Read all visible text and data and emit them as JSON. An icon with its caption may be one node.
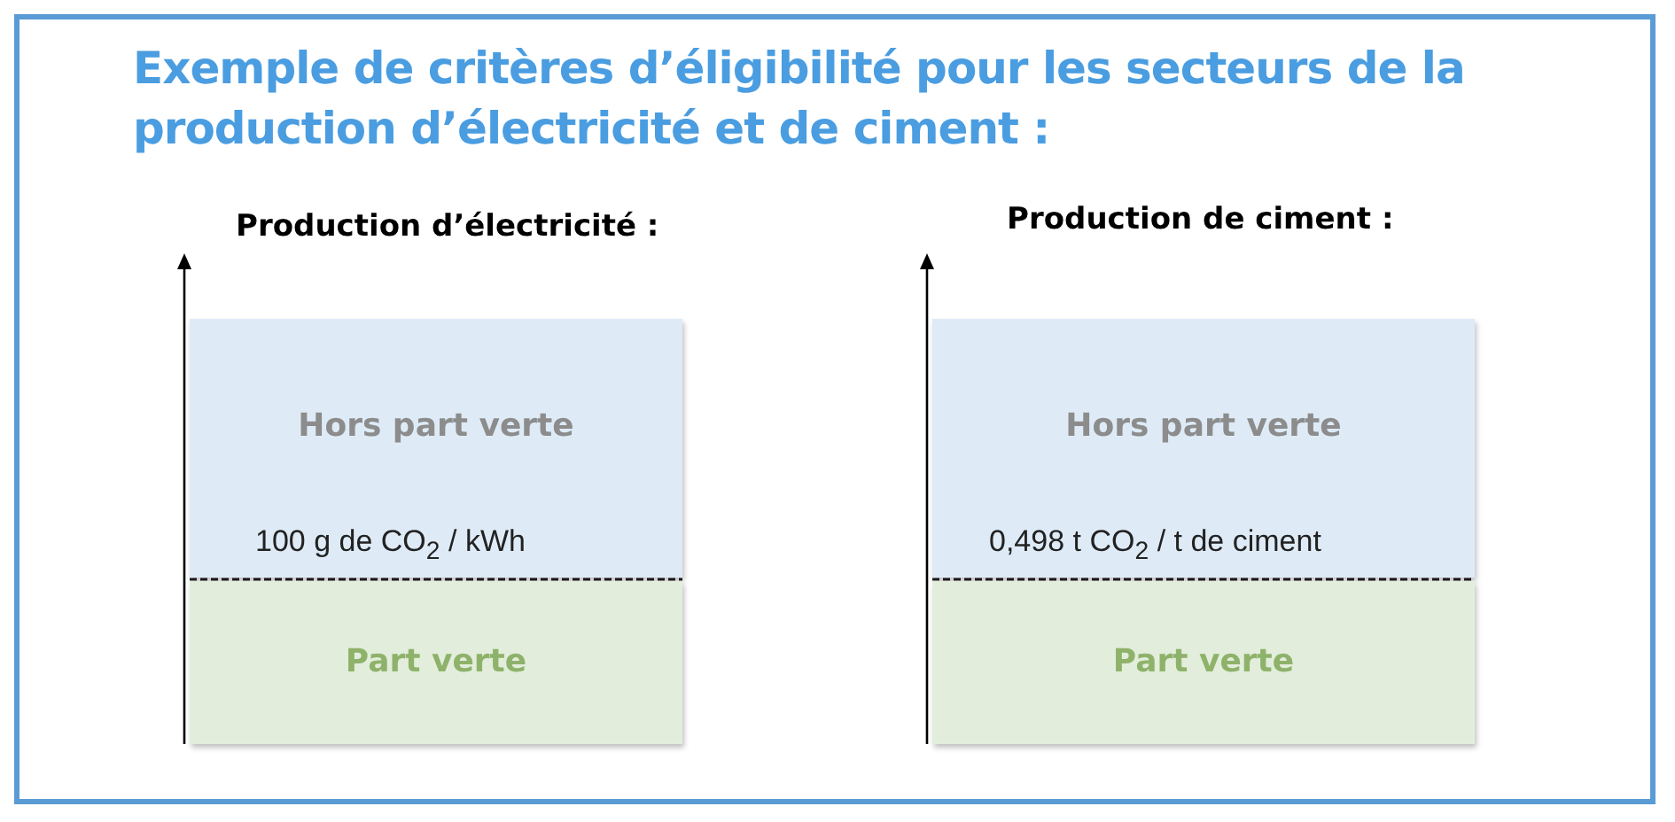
{
  "diagram": {
    "title": "Exemple de critères d’éligibilité pour les secteurs de la production d’électricité et de ciment :",
    "nodes": [
      {
        "text": [
          "Hors part verte",
          "100 g de CO$_{2}$ / kWh"
        ]
      },
      {
        "text": [
          "Part verte"
        ]
      },
      {
        "text": [
          "Hors part verte",
          "0,498 t CO$_{2}$ /  t de ciment"
        ]
      },
      {
        "text": [
          "Part verte"
        ]
      }
    ],
    "labels": [
      "Production d’électricité :",
      "Production de ciment :"
    ]
  }
}
